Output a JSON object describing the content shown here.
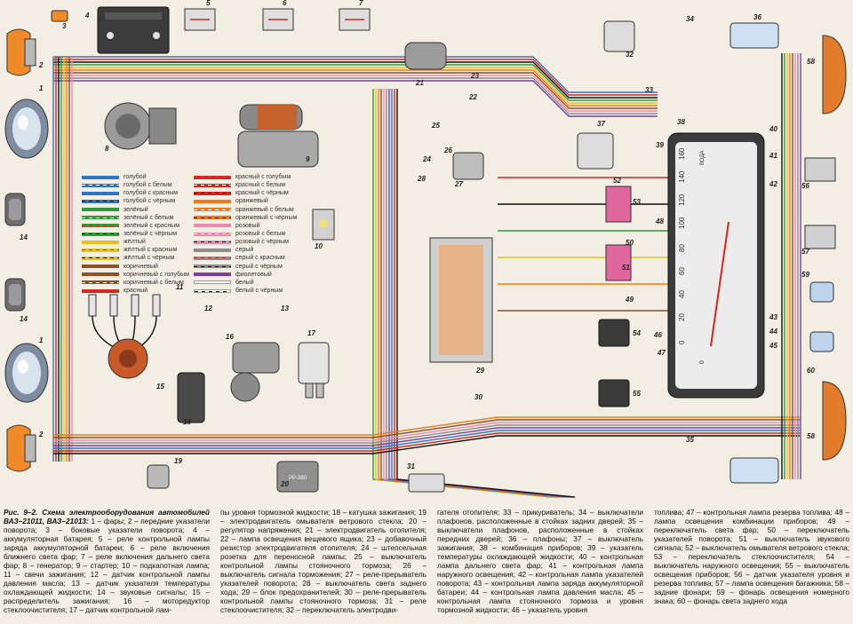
{
  "caption": {
    "columns": [
      "1 – фары; 2 – передние указатели поворота; 3 – боковые указатели поворота; 4 – аккумуляторная батарея; 5 – реле контрольной лампы заряда аккумуляторной батареи; 6 – реле включения ближнего света фар; 7 – реле включения дальнего света фар; 8 – генератор; 9 – стартер; 10 – подкапотная лампа; 11 – свечи зажигания; 12 – датчик контрольной лампы давления масла; 13 – датчик указателя температуры охлаждающей жидкости; 14 – звуковые сигналы; 15 – распределитель зажигания; 16 – моторедуктор стеклоочистителя; 17 – датчик контрольной лам-",
      "пы уровня тормозной жидкости; 18 – катушка зажигания; 19 – электродвигатель омывателя ветрового стекла; 20 – регулятор напряжения; 21 – электродвигатель отопителя; 22 – лампа освещения вещевого ящика; 23 – добавочный резистор электродвигателя отопителя; 24 – штепсельная розетка для переносной лампы; 25 – выключатель контрольной лампы стояночного тормоза; 26 – выключатель сигнала торможения; 27 – реле-прерыватель указателей поворота; 28 – выключатель света заднего хода; 29 – блок предохранителей; 30 – реле-прерыватель контрольной лампы стояночного тормоза; 31 – реле стеклоочистителя; 32 – переключатель электродви-",
      "гателя отопителя; 33 – прикуриватель; 34 – выключатели плафонов, расположенные в стойках задних дверей; 35 – выключатели плафонов, расположенные в стойках передних дверей; 36 – плафоны; 37 – выключатель зажигания; 38 – комбинация приборов; 39 – указатель температуры охлаждающей жидкости; 40 – контрольная лампа дальнего света фар; 41 – контрольная лампа наружного освещения; 42 – контрольная лампа указателей поворота; 43 – контрольная лампа заряда аккумуляторной батареи; 44 – контрольная лампа давления масла; 45 – контрольная лампа стояночного тормоза и уровня тормозной жидкости; 46 – указатель уровня",
      "топлива; 47 – контрольная лампа резерва топлива; 48 – лампа освещения комбинации приборов; 49 – переключатель света фар; 50 – переключатель указателей поворота; 51 – выключатель звукового сигнала; 52 – выключатель омывателя ветрового стекла; 53 – переключатель стеклоочистителя; 54 – выключатель наружного освещения; 55 – выключатель освещения приборов; 56 – датчик указателя уровня и резерва топлива; 57 – лампа освещения багажника; 58 – задние фонари; 59 – фонарь освещения номерного знака; 60 – фонарь света заднего хода"
    ],
    "title": "Рис. 9–2. Схема электрооборудования автомобилей ВАЗ–21011, ВАЗ–21013:"
  },
  "legend": {
    "left": [
      {
        "label": "голубой",
        "base": "#2b77c9",
        "stripe": null
      },
      {
        "label": "голубой с белым",
        "base": "#2b77c9",
        "stripe": "#ffffff"
      },
      {
        "label": "голубой с красным",
        "base": "#2b77c9",
        "stripe": "#d6261e"
      },
      {
        "label": "голубой с чёрным",
        "base": "#2b77c9",
        "stripe": "#111111"
      },
      {
        "label": "зелёный",
        "base": "#2f9a3a",
        "stripe": null
      },
      {
        "label": "зелёный с белым",
        "base": "#2f9a3a",
        "stripe": "#ffffff"
      },
      {
        "label": "зелёный с красным",
        "base": "#2f9a3a",
        "stripe": "#d6261e"
      },
      {
        "label": "зелёный с чёрным",
        "base": "#2f9a3a",
        "stripe": "#111111"
      },
      {
        "label": "жёлтый",
        "base": "#e8c21a",
        "stripe": null
      },
      {
        "label": "жёлтый с красным",
        "base": "#e8c21a",
        "stripe": "#d6261e"
      },
      {
        "label": "жёлтый с чёрным",
        "base": "#e8c21a",
        "stripe": "#111111"
      },
      {
        "label": "коричневый",
        "base": "#8a5227",
        "stripe": null
      },
      {
        "label": "коричневый с голубым",
        "base": "#8a5227",
        "stripe": "#2b77c9"
      },
      {
        "label": "коричневый с белым",
        "base": "#8a5227",
        "stripe": "#ffffff"
      },
      {
        "label": "красный",
        "base": "#d6261e",
        "stripe": null
      }
    ],
    "right": [
      {
        "label": "красный с голубым",
        "base": "#d6261e",
        "stripe": "#2b77c9"
      },
      {
        "label": "красный с белым",
        "base": "#d6261e",
        "stripe": "#ffffff"
      },
      {
        "label": "красный с чёрным",
        "base": "#d6261e",
        "stripe": "#111111"
      },
      {
        "label": "оранжевый",
        "base": "#f07a1a",
        "stripe": null
      },
      {
        "label": "оранжевый с белым",
        "base": "#f07a1a",
        "stripe": "#ffffff"
      },
      {
        "label": "оранжевый с чёрным",
        "base": "#f07a1a",
        "stripe": "#111111"
      },
      {
        "label": "розовый",
        "base": "#ee8ab0",
        "stripe": null
      },
      {
        "label": "розовый с белым",
        "base": "#ee8ab0",
        "stripe": "#ffffff"
      },
      {
        "label": "розовый с чёрным",
        "base": "#ee8ab0",
        "stripe": "#111111"
      },
      {
        "label": "серый",
        "base": "#8c8c8c",
        "stripe": null
      },
      {
        "label": "серый с красным",
        "base": "#8c8c8c",
        "stripe": "#d6261e"
      },
      {
        "label": "серый с чёрным",
        "base": "#8c8c8c",
        "stripe": "#111111"
      },
      {
        "label": "фиолетовый",
        "base": "#7a3fa0",
        "stripe": null
      },
      {
        "label": "белый",
        "base": "#ffffff",
        "stripe": null
      },
      {
        "label": "белый с чёрным",
        "base": "#ffffff",
        "stripe": "#111111"
      }
    ]
  },
  "instrument_cluster": {
    "speed_labels": [
      "0",
      "20",
      "40",
      "60",
      "80",
      "100",
      "120",
      "140",
      "160"
    ],
    "fuel_label": "0",
    "temp_label": "ВОДА"
  },
  "component_labels": {
    "relay_code": "РР-380"
  },
  "colors": {
    "background": "#f3eee4",
    "wire_blue": "#2b77c9",
    "wire_red": "#d6261e",
    "wire_black": "#111111",
    "wire_green": "#2f9a3a",
    "wire_yellow": "#e8c21a",
    "wire_orange": "#f07a1a",
    "wire_brown": "#8a5227",
    "wire_pink": "#ee8ab0",
    "wire_grey": "#8c8c8c",
    "wire_violet": "#7a3fa0"
  }
}
